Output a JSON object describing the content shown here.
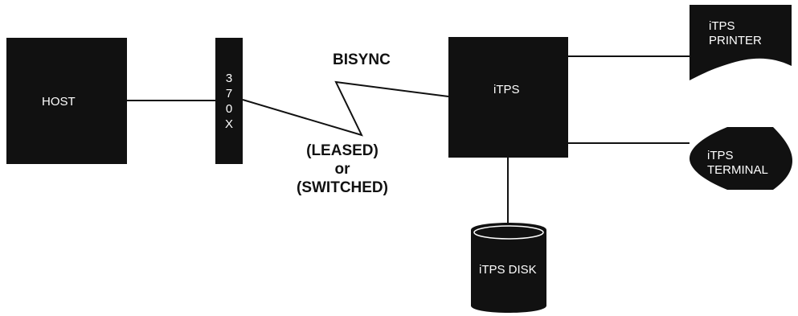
{
  "diagram": {
    "colors": {
      "node_fill": "#111111",
      "line": "#111111",
      "background": "#ffffff",
      "node_text": "#ffffff"
    },
    "nodes": {
      "host": {
        "label": "HOST",
        "shape": "rectangle"
      },
      "controller": {
        "label_chars": [
          "3",
          "7",
          "0",
          "X"
        ],
        "shape": "tall-rectangle"
      },
      "itps": {
        "label": "iTPS",
        "shape": "rectangle"
      },
      "printer": {
        "label_line1": "iTPS",
        "label_line2": "PRINTER",
        "shape": "document"
      },
      "terminal": {
        "label_line1": "iTPS",
        "label_line2": "TERMINAL",
        "shape": "display"
      },
      "disk": {
        "label": "iTPS DISK",
        "shape": "cylinder"
      }
    },
    "link": {
      "protocol_label": "BISYNC",
      "mode_line1": "(LEASED)",
      "mode_line2": "or",
      "mode_line3": "(SWITCHED)"
    }
  }
}
